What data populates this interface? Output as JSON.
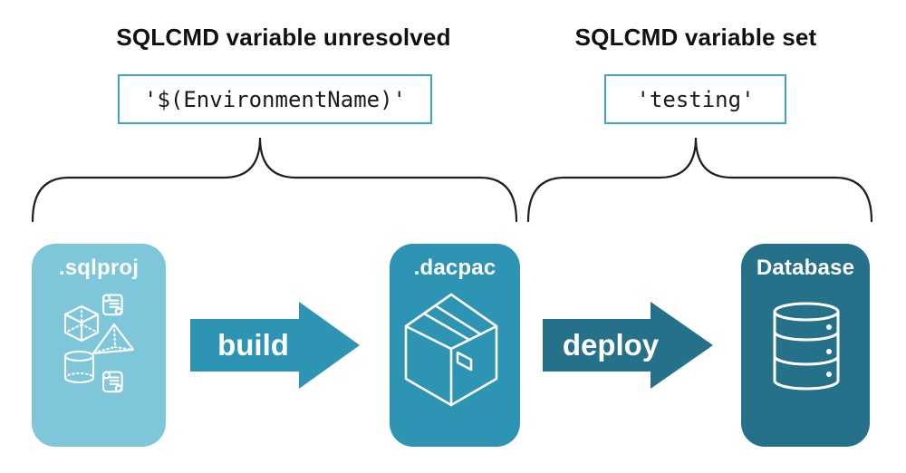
{
  "annotations": {
    "left": {
      "heading": "SQLCMD variable unresolved",
      "code": "'$(EnvironmentName)'"
    },
    "right": {
      "heading": "SQLCMD variable set",
      "code": "'testing'"
    }
  },
  "pipeline": {
    "stages": [
      {
        "label": ".sqlproj",
        "icon": "sql-objects-icon",
        "color": "#7EC7DB"
      },
      {
        "label": ".dacpac",
        "icon": "package-icon",
        "color": "#2D94B4"
      },
      {
        "label": "Database",
        "icon": "database-icon",
        "color": "#26718A"
      }
    ],
    "arrows": [
      {
        "label": "build",
        "color": "#2D94B4"
      },
      {
        "label": "deploy",
        "color": "#26718A"
      }
    ]
  },
  "colors": {
    "background": "#FFFFFF",
    "code_box_border": "#3BA7C4",
    "brace_stroke": "#1F1F1F",
    "heading_text": "#111111",
    "stage_label_text": "#FFFFFF"
  }
}
